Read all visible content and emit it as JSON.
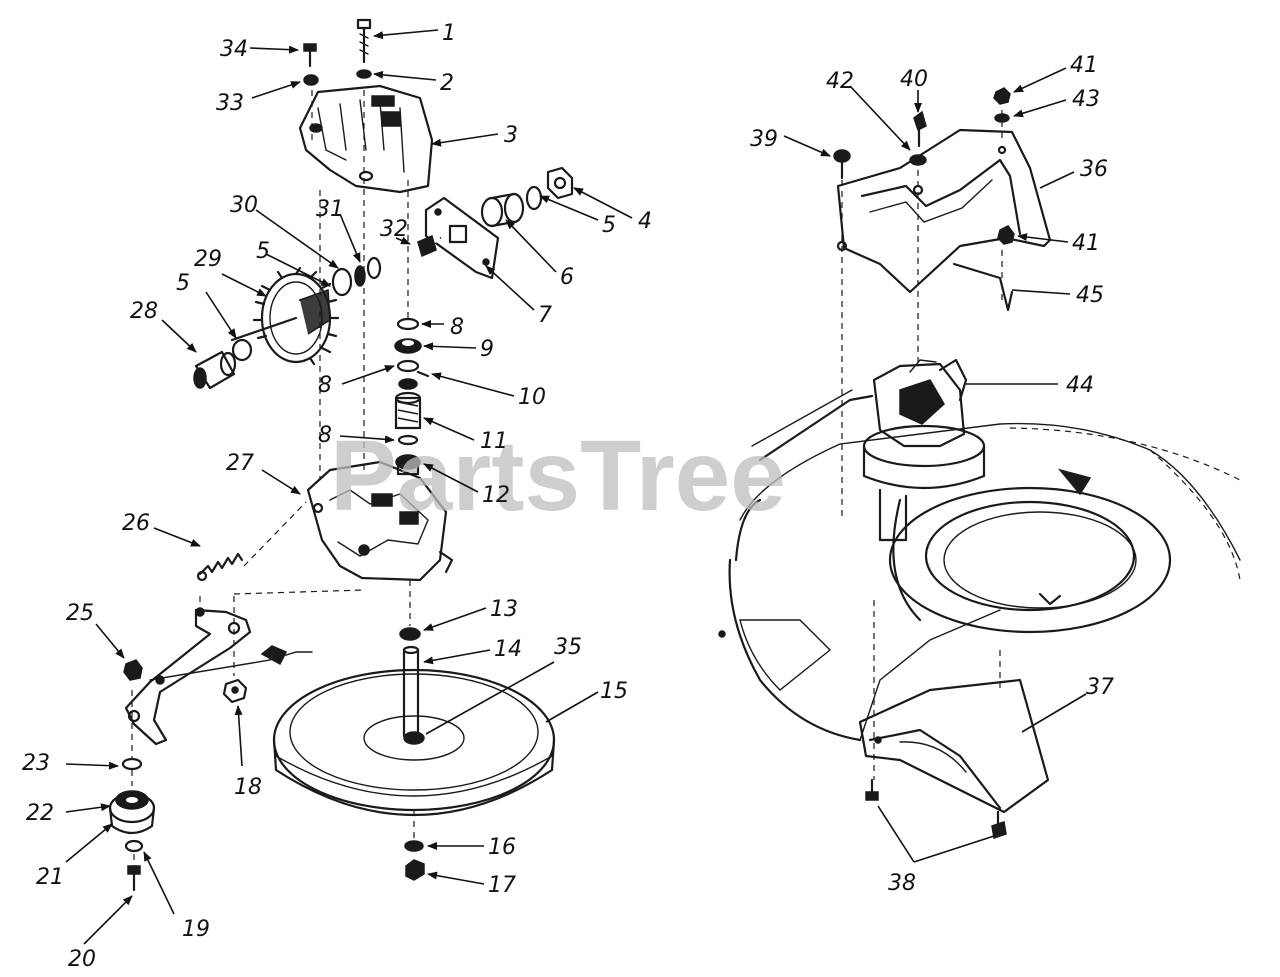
{
  "watermark": "PartsTree",
  "callouts": {
    "c1": "1",
    "c2": "2",
    "c3": "3",
    "c4": "4",
    "c5a": "5",
    "c5b": "5",
    "c5c": "5",
    "c6": "6",
    "c7": "7",
    "c8a": "8",
    "c8b": "8",
    "c8c": "8",
    "c9": "9",
    "c10": "10",
    "c11": "11",
    "c12": "12",
    "c13": "13",
    "c14": "14",
    "c15": "15",
    "c16": "16",
    "c17": "17",
    "c18": "18",
    "c19": "19",
    "c20": "20",
    "c21": "21",
    "c22": "22",
    "c23": "23",
    "c25": "25",
    "c26": "26",
    "c27": "27",
    "c28": "28",
    "c29": "29",
    "c30": "30",
    "c31": "31",
    "c32": "32",
    "c33": "33",
    "c34": "34",
    "c35": "35",
    "c36": "36",
    "c37": "37",
    "c38": "38",
    "c39": "39",
    "c40": "40",
    "c41a": "41",
    "c41b": "41",
    "c42": "42",
    "c43": "43",
    "c44": "44",
    "c45": "45"
  }
}
